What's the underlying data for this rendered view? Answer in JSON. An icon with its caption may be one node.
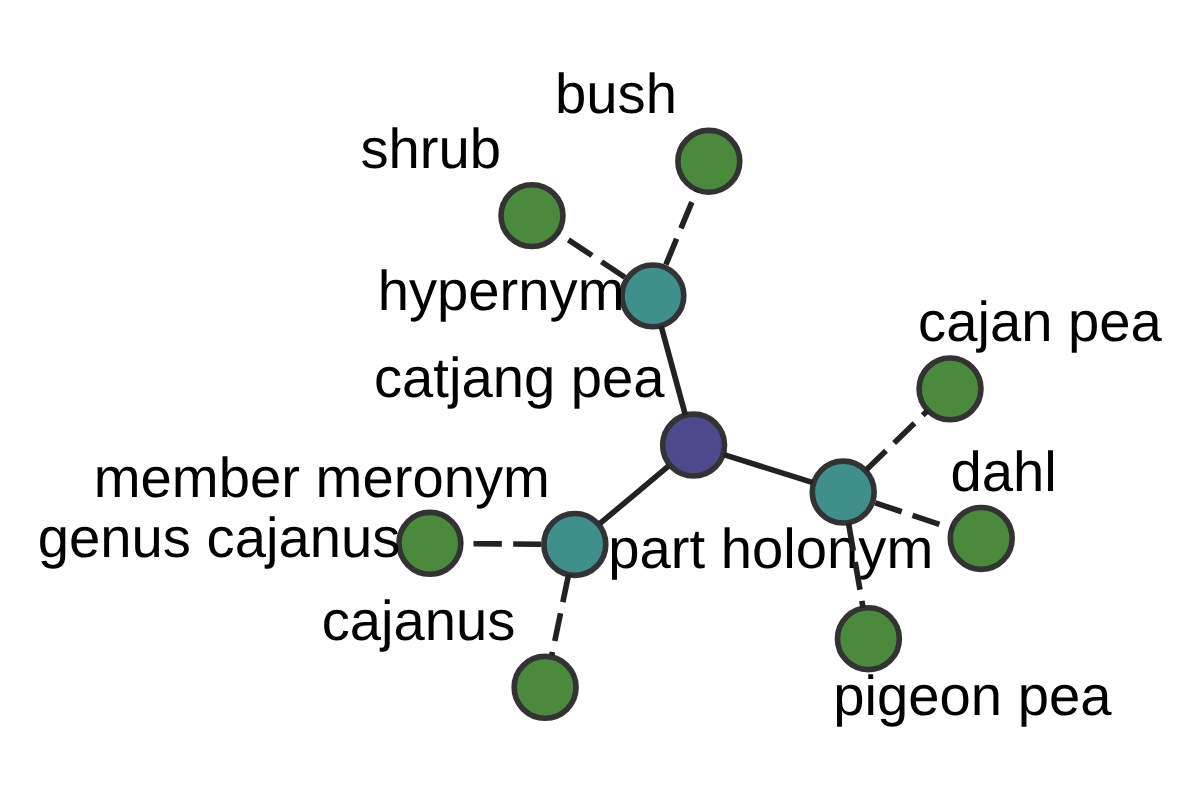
{
  "diagram": {
    "nodes": [
      {
        "text": [
          "catjang pea"
        ]
      },
      {
        "text": [
          "hypernym"
        ]
      },
      {
        "text": [
          "member meronym"
        ]
      },
      {
        "text": [
          "part holonym"
        ]
      },
      {
        "text": [
          "bush"
        ]
      },
      {
        "text": [
          "shrub"
        ]
      },
      {
        "text": [
          "genus cajanus"
        ]
      },
      {
        "text": [
          "cajanus"
        ]
      },
      {
        "text": [
          "pigeon pea"
        ]
      },
      {
        "text": [
          "cajan pea"
        ]
      },
      {
        "text": [
          "dahl"
        ]
      }
    ],
    "edges": [
      {
        "from": 0,
        "to": 1,
        "arrow": "none"
      },
      {
        "from": 0,
        "to": 2,
        "arrow": "none"
      },
      {
        "from": 0,
        "to": 3,
        "arrow": "none"
      },
      {
        "from": 1,
        "to": 4,
        "arrow": "none",
        "style": "dashed"
      },
      {
        "from": 1,
        "to": 5,
        "arrow": "none",
        "style": "dashed"
      },
      {
        "from": 2,
        "to": 6,
        "arrow": "none",
        "style": "dashed"
      },
      {
        "from": 2,
        "to": 7,
        "arrow": "none",
        "style": "dashed"
      },
      {
        "from": 3,
        "to": 8,
        "arrow": "none",
        "style": "dashed"
      },
      {
        "from": 3,
        "to": 9,
        "arrow": "none",
        "style": "dashed"
      },
      {
        "from": 3,
        "to": 10,
        "arrow": "none",
        "style": "dashed"
      }
    ]
  }
}
